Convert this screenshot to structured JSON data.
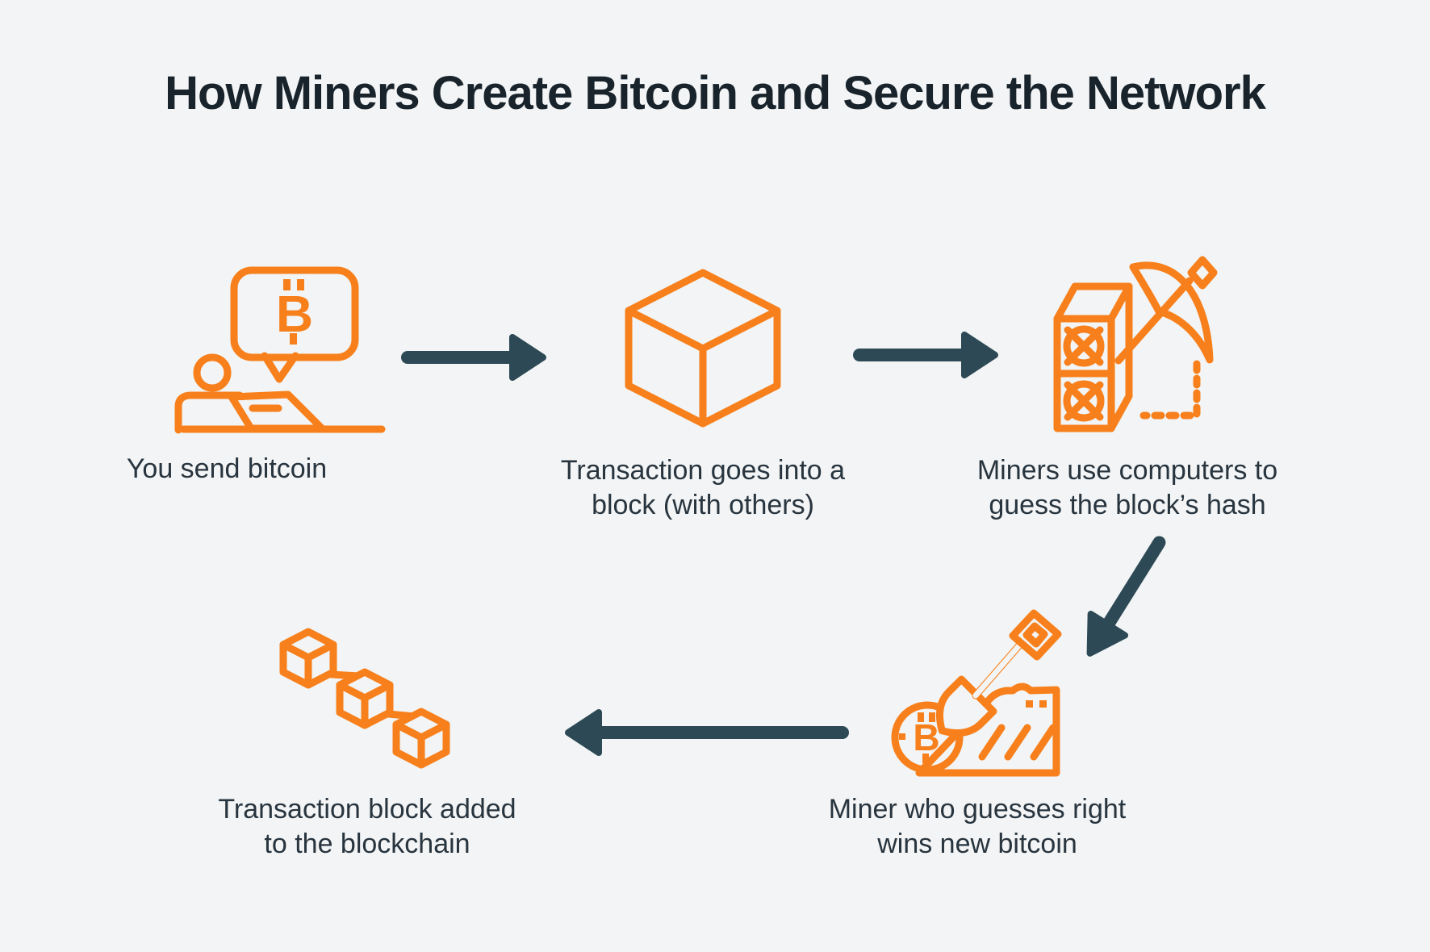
{
  "title": "How Miners Create Bitcoin and Secure the Network",
  "bitcoin_symbol": "B",
  "colors": {
    "background": "#F2F4F5",
    "icon_orange": "#F7801C",
    "arrow_slate": "#2D4955",
    "title_text": "#18232B",
    "label_text": "#28343E"
  },
  "steps": [
    {
      "icon": "person-sending-bitcoin-icon",
      "lines": [
        "You send bitcoin"
      ]
    },
    {
      "icon": "block-cube-icon",
      "lines": [
        "Transaction goes into a",
        "block (with others)"
      ]
    },
    {
      "icon": "mining-rig-pickaxe-icon",
      "lines": [
        "Miners use computers to",
        "guess the block’s hash"
      ]
    },
    {
      "icon": "shovel-bitcoin-icon",
      "lines": [
        "Miner who guesses right",
        "wins new bitcoin"
      ]
    },
    {
      "icon": "blockchain-cubes-icon",
      "lines": [
        "Transaction block added",
        "to the blockchain"
      ]
    }
  ]
}
